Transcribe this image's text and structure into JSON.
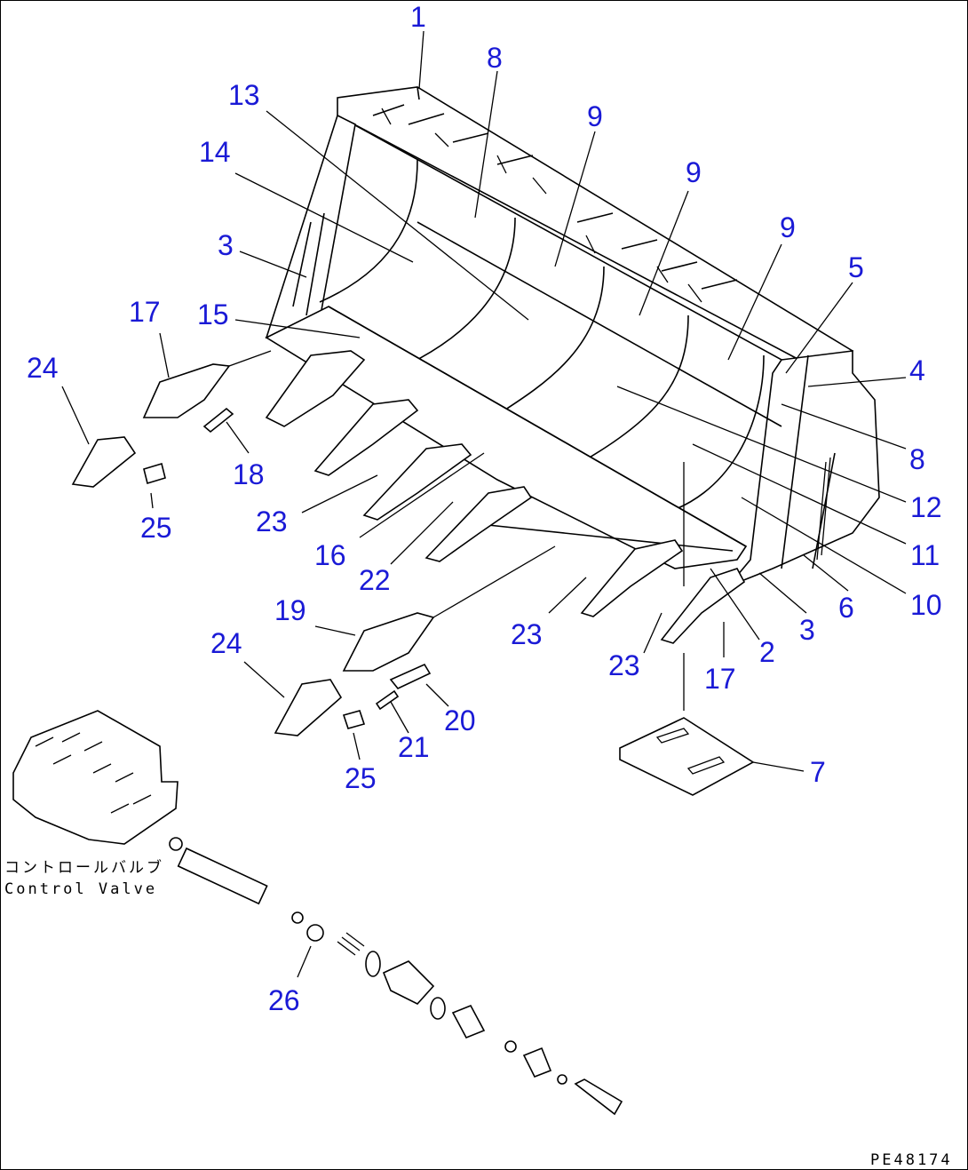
{
  "callouts": [
    {
      "id": "c1",
      "text": "1"
    },
    {
      "id": "c8a",
      "text": "8"
    },
    {
      "id": "c13",
      "text": "13"
    },
    {
      "id": "c9a",
      "text": "9"
    },
    {
      "id": "c9b",
      "text": "9"
    },
    {
      "id": "c14",
      "text": "14"
    },
    {
      "id": "c9c",
      "text": "9"
    },
    {
      "id": "c3a",
      "text": "3"
    },
    {
      "id": "c5",
      "text": "5"
    },
    {
      "id": "c17a",
      "text": "17"
    },
    {
      "id": "c15",
      "text": "15"
    },
    {
      "id": "c4",
      "text": "4"
    },
    {
      "id": "c24a",
      "text": "24"
    },
    {
      "id": "c8b",
      "text": "8"
    },
    {
      "id": "c18",
      "text": "18"
    },
    {
      "id": "c12",
      "text": "12"
    },
    {
      "id": "c23a",
      "text": "23"
    },
    {
      "id": "c25a",
      "text": "25"
    },
    {
      "id": "c11",
      "text": "11"
    },
    {
      "id": "c16",
      "text": "16"
    },
    {
      "id": "c22",
      "text": "22"
    },
    {
      "id": "c6",
      "text": "6"
    },
    {
      "id": "c10",
      "text": "10"
    },
    {
      "id": "c19",
      "text": "19"
    },
    {
      "id": "c23b",
      "text": "23"
    },
    {
      "id": "c3b",
      "text": "3"
    },
    {
      "id": "c2",
      "text": "2"
    },
    {
      "id": "c24b",
      "text": "24"
    },
    {
      "id": "c23c",
      "text": "23"
    },
    {
      "id": "c17b",
      "text": "17"
    },
    {
      "id": "c20",
      "text": "20"
    },
    {
      "id": "c21",
      "text": "21"
    },
    {
      "id": "c7",
      "text": "7"
    },
    {
      "id": "c25b",
      "text": "25"
    },
    {
      "id": "c26",
      "text": "26"
    }
  ],
  "control_valve": {
    "label_jp": "コントロールバルブ",
    "label_en": "Control Valve"
  },
  "drawing_number": "PE48174"
}
